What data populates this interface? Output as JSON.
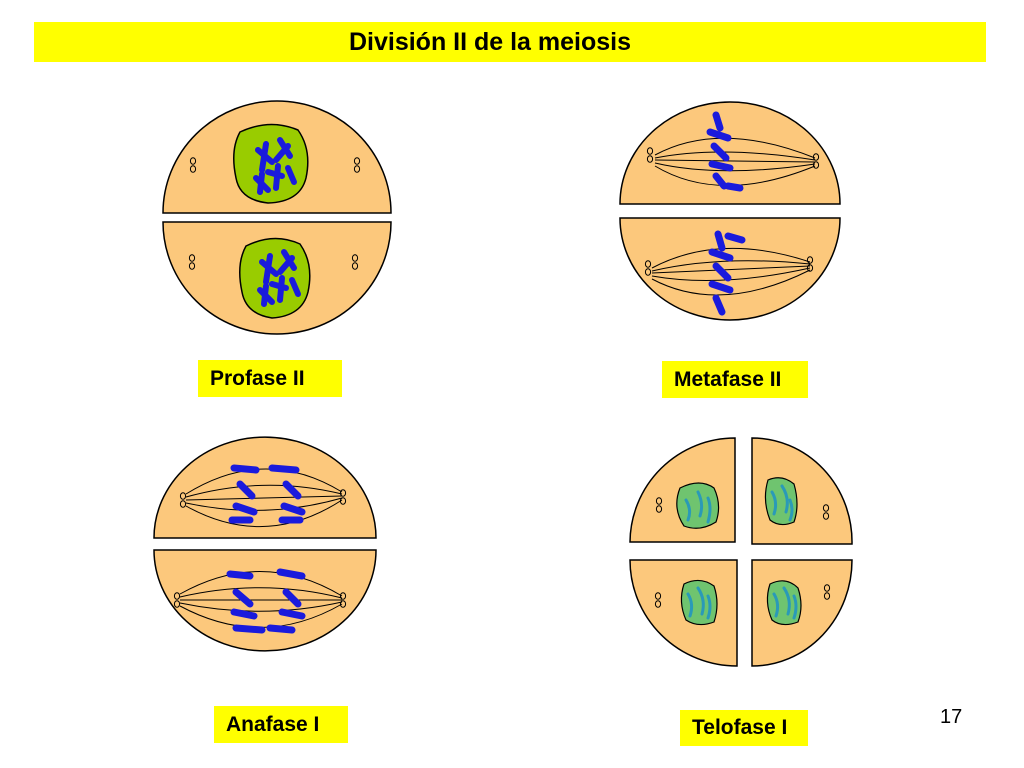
{
  "title": "División II de la meiosis",
  "panels": {
    "profase": {
      "label": "Profase II"
    },
    "metafase": {
      "label": "Metafase II"
    },
    "anafase": {
      "label": "Anafase I"
    },
    "telofase": {
      "label": "Telofase I"
    }
  },
  "page_number": "17",
  "colors": {
    "title_bg": "#ffff00",
    "cell": "#fcc87c",
    "nucleus_green": "#99cc00",
    "chromosome": "#1a1adc",
    "telophase_nucleus": "#6fc46f",
    "telophase_chromatin": "#2a9ab8"
  }
}
